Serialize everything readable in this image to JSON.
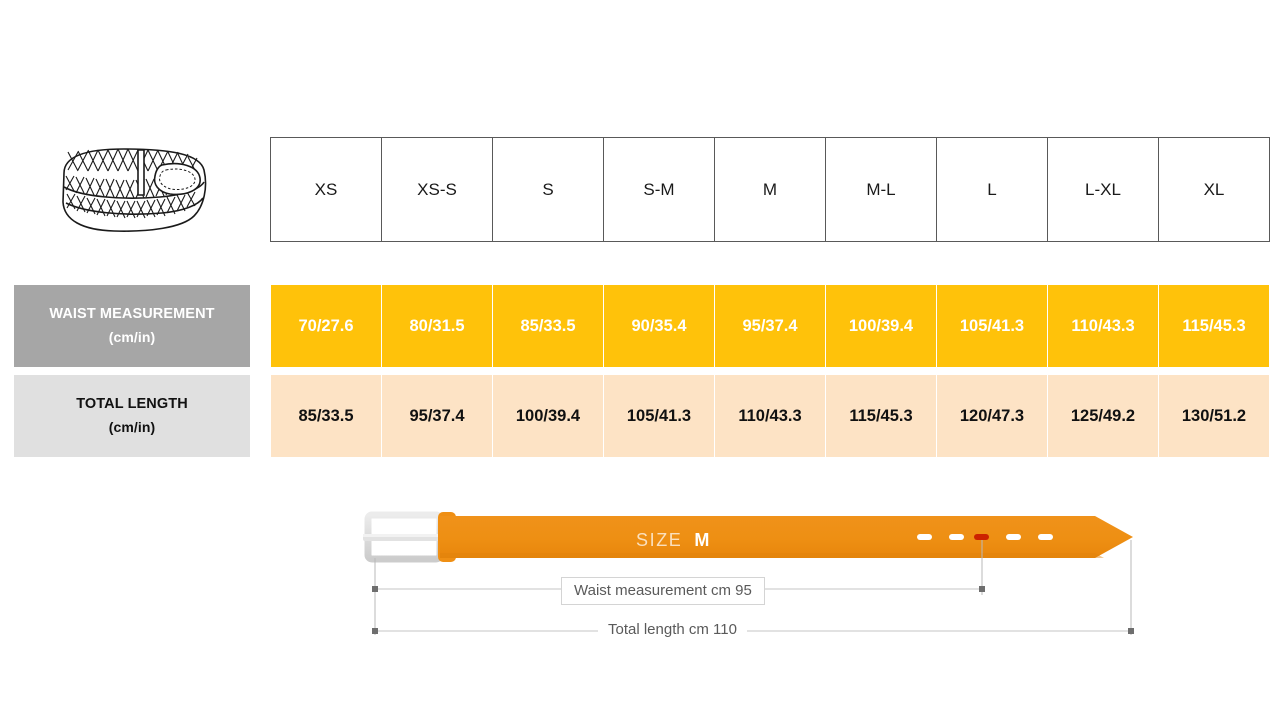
{
  "product_icon": {
    "name": "braided-belt-illustration",
    "alt": "Coiled braided belt with buckle"
  },
  "table": {
    "sizes": [
      "XS",
      "XS-S",
      "S",
      "S-M",
      "M",
      "M-L",
      "L",
      "L-XL",
      "XL"
    ],
    "rows": [
      {
        "label_main": "WAIST MEASUREMENT",
        "label_sub": "(cm/in)",
        "values": [
          "70/27.6",
          "80/31.5",
          "85/33.5",
          "90/35.4",
          "95/37.4",
          "100/39.4",
          "105/41.3",
          "110/43.3",
          "115/45.3"
        ]
      },
      {
        "label_main": "TOTAL LENGTH",
        "label_sub": "(cm/in)",
        "values": [
          "85/33.5",
          "95/37.4",
          "100/39.4",
          "105/41.3",
          "110/43.3",
          "115/45.3",
          "120/47.3",
          "125/49.2",
          "130/51.2"
        ]
      }
    ]
  },
  "diagram": {
    "size_prefix": "SIZE",
    "size_value": "M",
    "waist_dimension_label": "Waist measurement cm 95",
    "total_dimension_label": "Total length cm 110",
    "holes_total": 5,
    "highlighted_hole_index": 3
  },
  "colors": {
    "waist_row_bg": "#ffc20a",
    "total_row_bg": "#fde3c5",
    "waist_label_bg": "#a6a6a6",
    "total_label_bg": "#e0e0e0",
    "belt_strap": "#ef8f14",
    "belt_buckle": "#dcdcdc",
    "highlight_hole": "#cc2200",
    "table_border": "#595959"
  }
}
